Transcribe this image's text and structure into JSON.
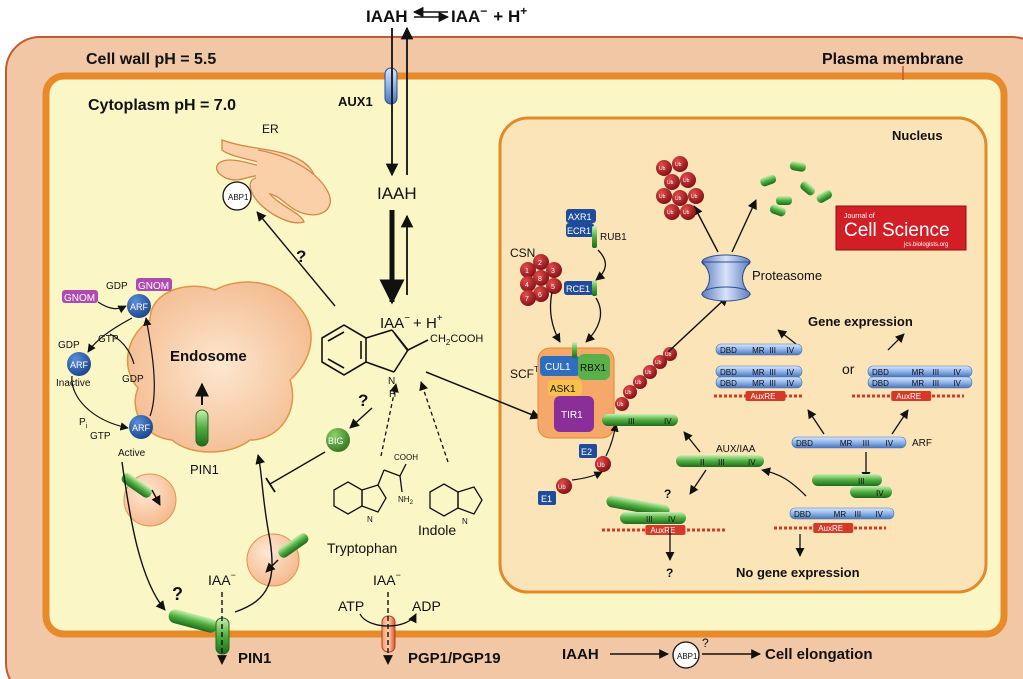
{
  "top": {
    "iaah": "IAAH",
    "iaa_minus": "IAA",
    "minus": "−",
    "plus_h": "+ H",
    "plus_sup": "+"
  },
  "labels": {
    "cell_wall": "Cell wall pH = 5.5",
    "plasma_membrane": "Plasma membrane",
    "cytoplasm": "Cytoplasm pH = 7.0",
    "nucleus": "Nucleus",
    "aux1": "AUX1",
    "er": "ER",
    "abp1": "ABP1",
    "iaah_mid": "IAAH",
    "question": "?",
    "iaa_h": "IAA",
    "h_plus": "+ H",
    "ch2cooh": "CH",
    "ch2cooh_sub": "2",
    "ch2cooh_tail": "COOH",
    "n_atom": "N",
    "h_atom": "H",
    "endosome": "Endosome",
    "pin1": "PIN1",
    "big": "BIG",
    "tryptophan": "Tryptophan",
    "indole": "Indole",
    "cooh": "COOH",
    "nh2": "NH",
    "nh2_sub": "2",
    "gnom": "GNOM",
    "arf": "ARF",
    "gdp": "GDP",
    "gtp": "GTP",
    "inactive": "Inactive",
    "active": "Active",
    "pi": "P",
    "pi_sub": "i",
    "iaa_bottom": "IAA",
    "atp": "ATP",
    "adp": "ADP",
    "pin1_bottom": "PIN1",
    "pgp": "PGP1/PGP19",
    "iaah_bottom": "IAAH",
    "cell_elongation": "Cell elongation",
    "csn": "CSN",
    "axr1": "AXR1",
    "ecr1": "ECR1",
    "rub1": "RUB1",
    "rce1": "RCE1",
    "scf": "SCF",
    "scf_sup": "TIR",
    "cul1": "CUL1",
    "rbx1": "RBX1",
    "ask1": "ASK1",
    "tir1": "TIR1",
    "e1": "E1",
    "e2": "E2",
    "ub": "Ub",
    "proteasome": "Proteasome",
    "gene_expression": "Gene expression",
    "no_gene_expression": "No gene expression",
    "or": "or",
    "dbd": "DBD",
    "mr": "MR",
    "iii": "III",
    "iv": "IV",
    "ii": "II",
    "auxre": "AuxRE",
    "arf_label": "ARF",
    "aux_iaa": "AUX/IAA",
    "csn_nums": [
      "1",
      "2",
      "3",
      "4",
      "5",
      "6",
      "7",
      "8"
    ]
  },
  "journal": {
    "line1": "Journal of",
    "line2": "Cell Science",
    "url": "jcs.biologists.org"
  },
  "colors": {
    "cell_wall": "#f1c7a6",
    "membrane": "#e88a2a",
    "cytoplasm": "#fbf6c6",
    "nucleus": "#fbe4b8",
    "endosome": "#f6c9a4",
    "arf_blue": "#2457a6",
    "green": "#3a9a3a",
    "ub_red": "#a3131a",
    "gnom": "#b04ab0",
    "dna_red": "#d43a2a",
    "journal_red": "#d21f26"
  }
}
